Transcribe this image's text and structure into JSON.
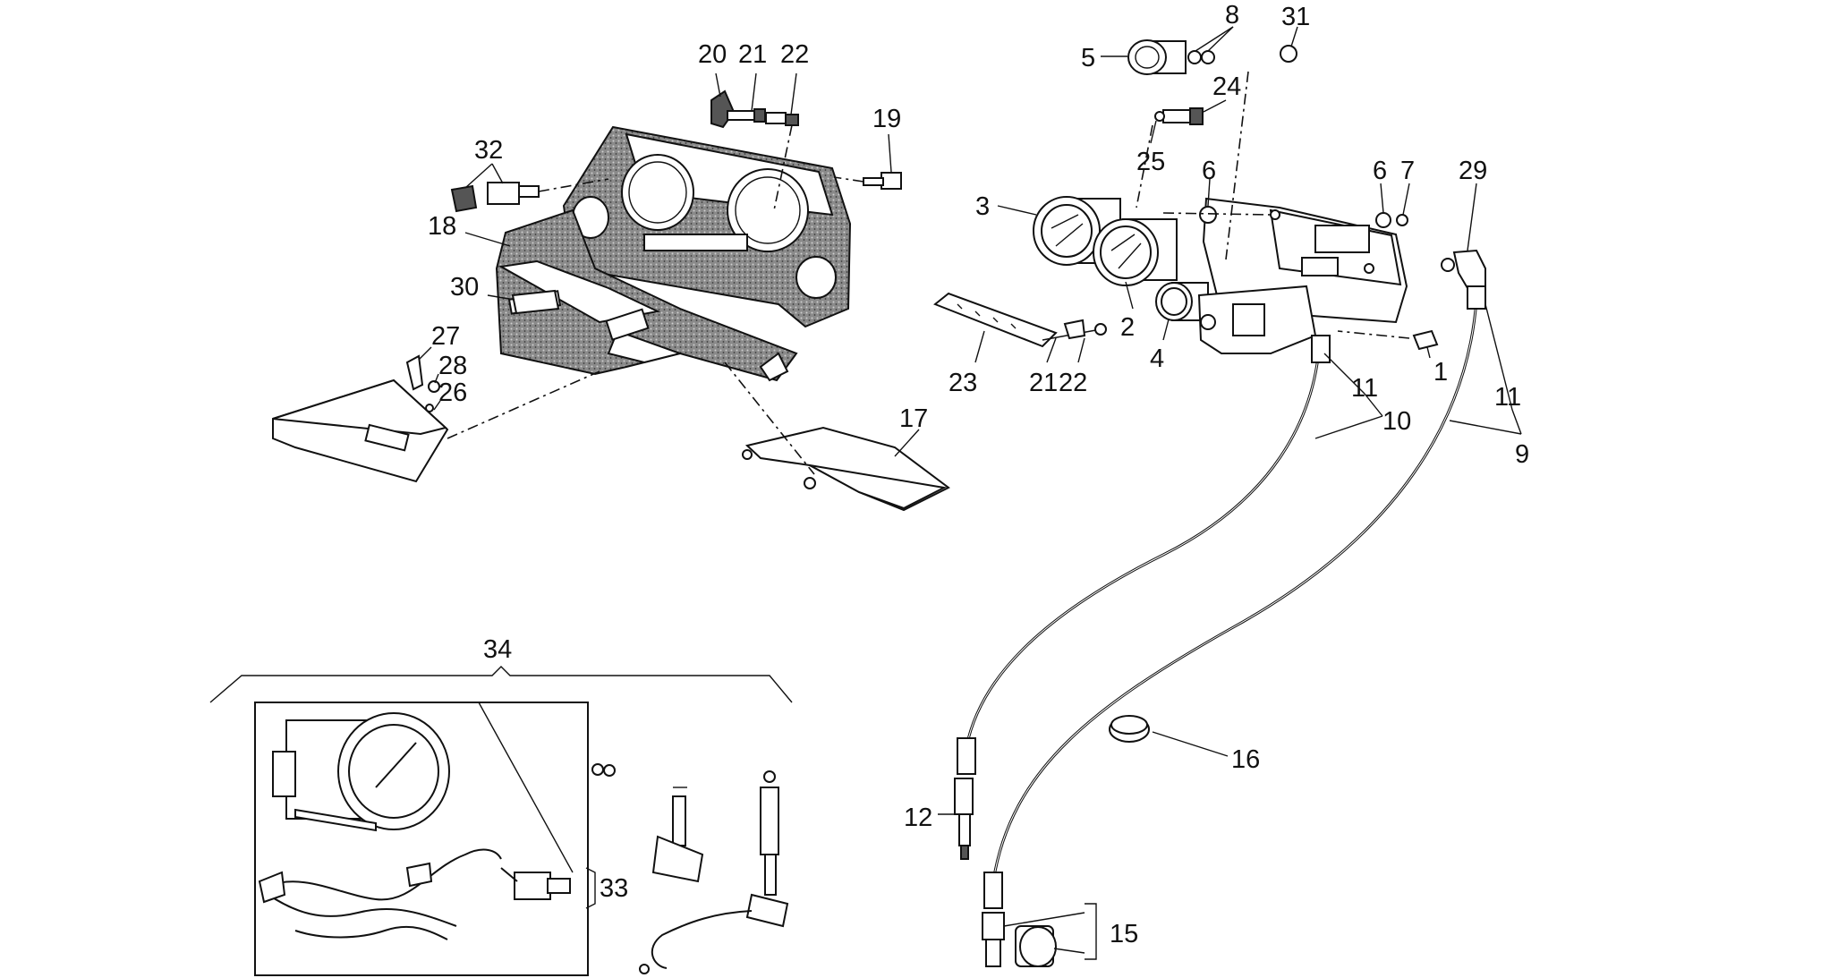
{
  "figure": {
    "labels": {
      "p1": "1",
      "p2": "2",
      "p3": "3",
      "p4": "4",
      "p5": "5",
      "p6a": "6",
      "p6b": "6",
      "p7": "7",
      "p8": "8",
      "p9": "9",
      "p10": "10",
      "p11a": "11",
      "p11b": "11",
      "p12": "12",
      "p15": "15",
      "p16": "16",
      "p17": "17",
      "p18": "18",
      "p19": "19",
      "p20": "20",
      "p21a": "21",
      "p21b": "21",
      "p22a": "22",
      "p22b": "22",
      "p23": "23",
      "p24": "24",
      "p25": "25",
      "p26": "26",
      "p27": "27",
      "p28": "28",
      "p29": "29",
      "p30": "30",
      "p31": "31",
      "p32": "32",
      "p33": "33",
      "p34": "34"
    }
  }
}
